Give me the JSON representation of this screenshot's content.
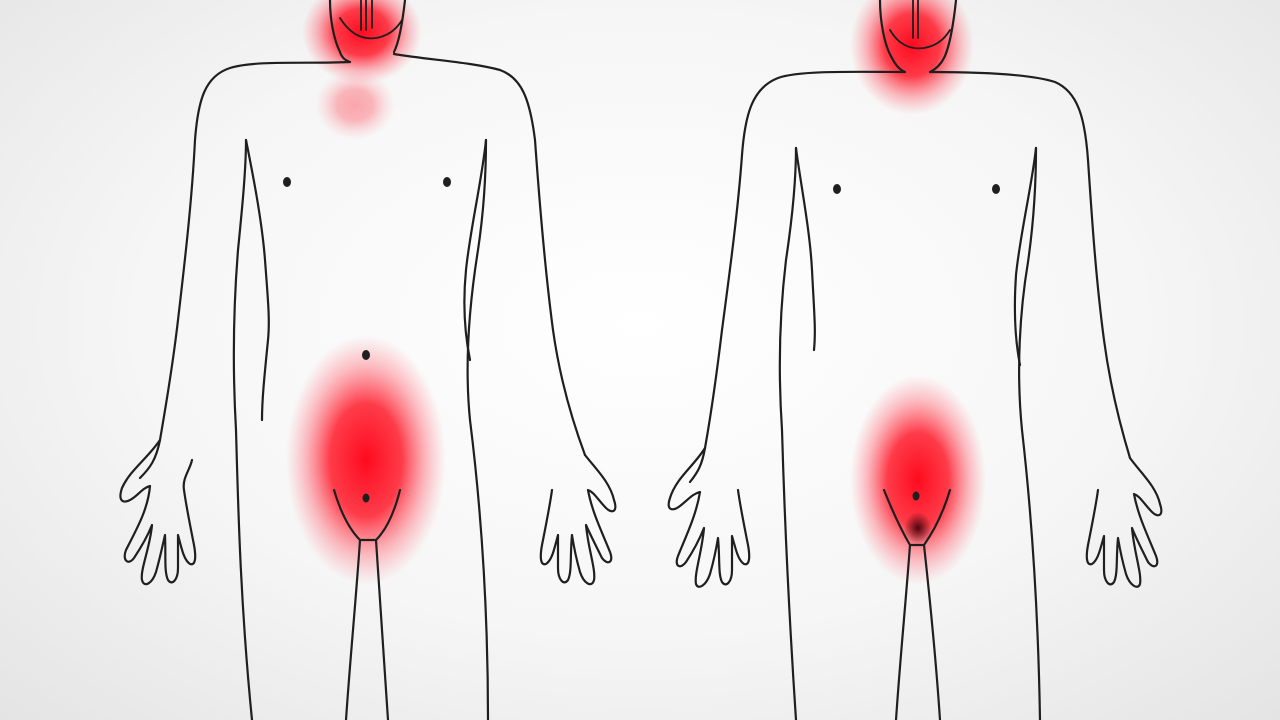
{
  "figures": [
    {
      "id": "left",
      "highlights": [
        {
          "region": "throat",
          "intensity": 1.0
        },
        {
          "region": "lower-abdomen-groin",
          "intensity": 1.0
        }
      ]
    },
    {
      "id": "right",
      "highlights": [
        {
          "region": "throat",
          "intensity": 1.0
        },
        {
          "region": "lower-abdomen-groin",
          "intensity": 1.0
        }
      ]
    }
  ],
  "colors": {
    "highlight": "#ff0a1e",
    "highlight_core": "#3a0008",
    "outline": "#1f1f1f",
    "background": "#f4f4f4"
  }
}
